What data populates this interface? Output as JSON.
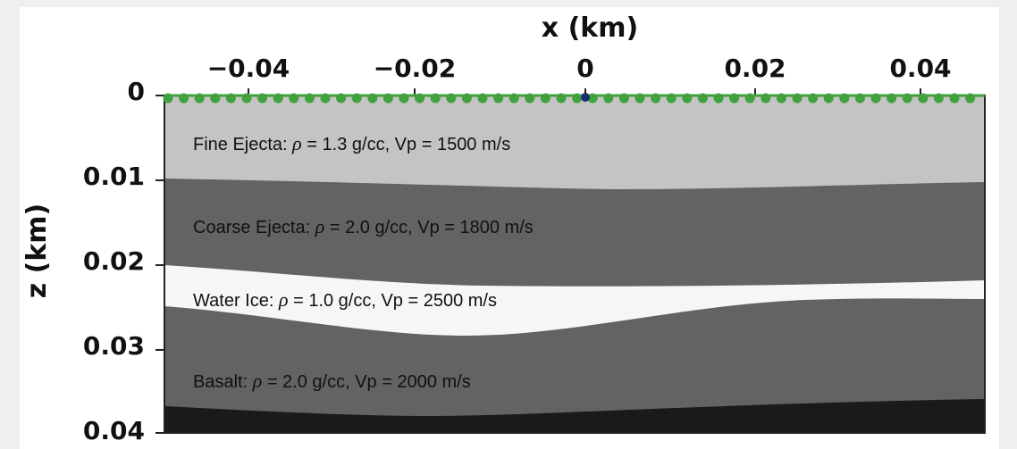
{
  "x_axis": {
    "label": "x (km)",
    "ticks": [
      "−0.04",
      "−0.02",
      "0",
      "0.02",
      "0.04"
    ],
    "range_km": [
      -0.05,
      0.05
    ]
  },
  "y_axis": {
    "label": "z (km)",
    "ticks": [
      "0",
      "0.01",
      "0.02",
      "0.03",
      "0.04"
    ],
    "range_km": [
      0,
      0.04
    ]
  },
  "layers": [
    {
      "name": "Fine Ejecta",
      "symbol": "ρ",
      "density": "= 1.3 g/cc, Vp = 1500 m/s",
      "color": "#c4c4c4"
    },
    {
      "name": "Coarse Ejecta",
      "symbol": "ρ",
      "density": "= 2.0 g/cc, Vp = 1800 m/s",
      "color": "#616461"
    },
    {
      "name": "Water Ice",
      "symbol": "ρ",
      "density": "= 1.0 g/cc, Vp = 2500 m/s",
      "color": "#f6f6f6"
    },
    {
      "name": "Basalt",
      "symbol": "ρ",
      "density": " = 2.0 g/cc, Vp = 2000 m/s",
      "color": "#616461"
    },
    {
      "name": "",
      "color": "#1a1a1a"
    }
  ],
  "layer_labels": {
    "fine": "Fine Ejecta: ",
    "coarse": "Coarse Ejecta: ",
    "ice": "Water Ice: ",
    "basalt": "Basalt: "
  },
  "markers": {
    "receiver_color": "#3fa23f",
    "source_color": "#1d2f6e"
  }
}
